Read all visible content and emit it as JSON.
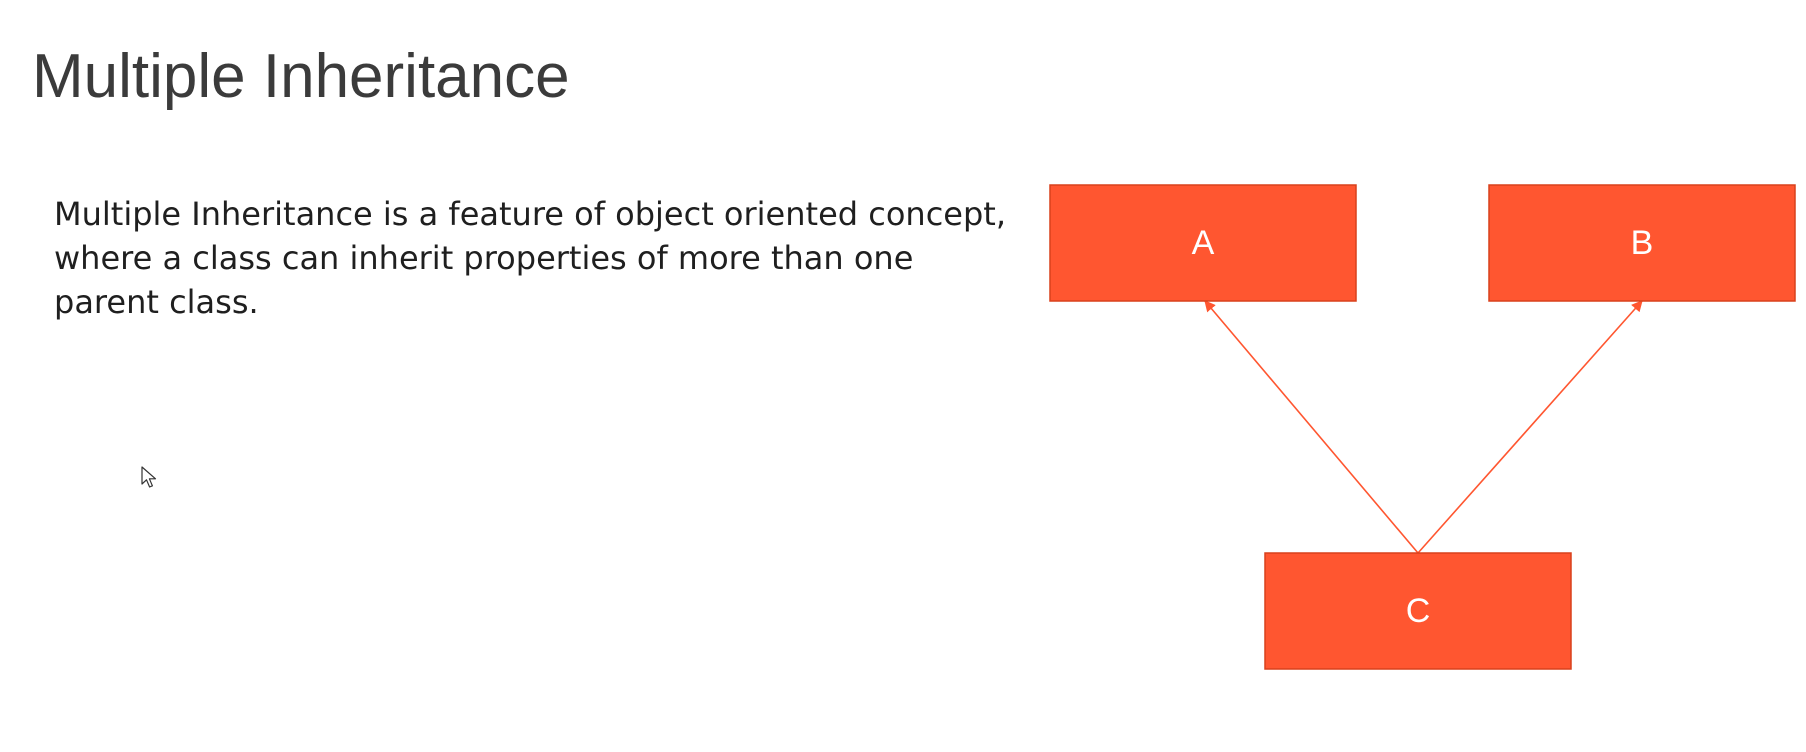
{
  "slide": {
    "title": "Multiple Inheritance",
    "body_lines": [
      "Multiple Inheritance is a feature of object oriented concept,",
      "where a class can inherit properties of more than one",
      "parent class."
    ]
  },
  "diagram": {
    "node_color": "#ff5630",
    "edge_color": "#ff5630",
    "nodes": {
      "a": {
        "label": "A"
      },
      "b": {
        "label": "B"
      },
      "c": {
        "label": "C"
      }
    },
    "edges": [
      {
        "from": "C",
        "to": "A"
      },
      {
        "from": "C",
        "to": "B"
      }
    ]
  }
}
